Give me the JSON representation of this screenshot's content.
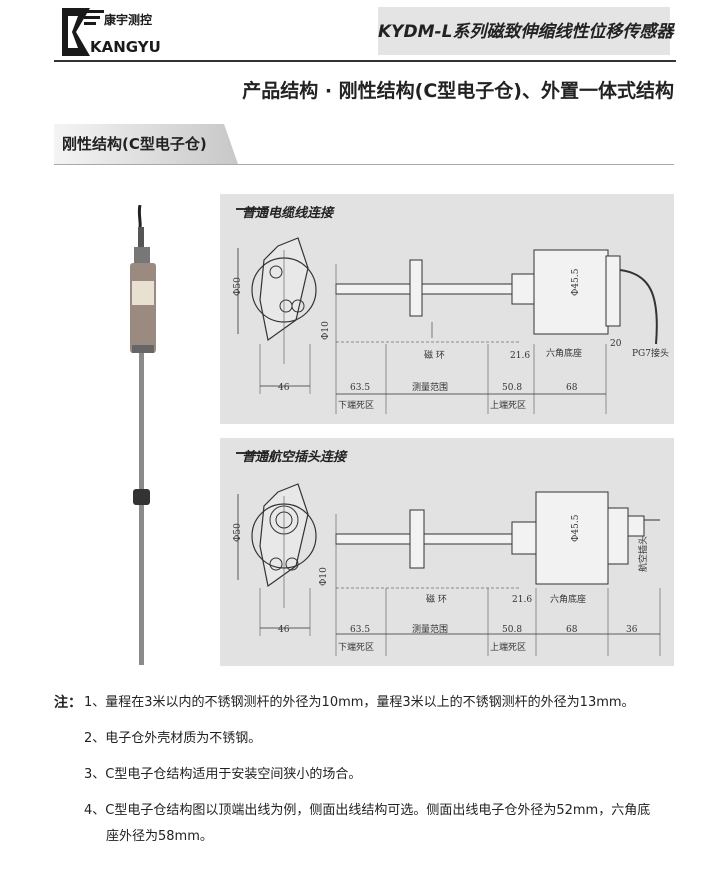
{
  "brand": {
    "logo_text": "康宇测控",
    "logo_sub": "KANGYU"
  },
  "header": {
    "title": "KYDM-L系列磁致伸缩线性位移传感器"
  },
  "subtitle": "产品结构 · 刚性结构(C型电子仓)、外置一体式结构",
  "section": {
    "title": "刚性结构(C型电子仓)"
  },
  "panels": [
    {
      "title": "普通电缆线连接",
      "labels": {
        "phi50": "Φ50",
        "phi10": "Φ10",
        "phi45": "Φ45.5",
        "magnet": "磁 环",
        "hex": "六角底座",
        "connector": "PG7接头"
      },
      "dims": {
        "d46": "46",
        "d635": "63.5",
        "range": "测量范围",
        "d508": "50.8",
        "d68": "68",
        "d216": "21.6",
        "d20": "20",
        "lower": "下端死区",
        "upper": "上端死区"
      }
    },
    {
      "title": "普通航空插头连接",
      "labels": {
        "phi50": "Φ50",
        "phi10": "Φ10",
        "phi45": "Φ45.5",
        "magnet": "磁 环",
        "hex": "六角底座",
        "connector": "航空插头"
      },
      "dims": {
        "d46": "46",
        "d635": "63.5",
        "range": "测量范围",
        "d508": "50.8",
        "d68": "68",
        "d216": "21.6",
        "d36": "36",
        "lower": "下端死区",
        "upper": "上端死区"
      }
    }
  ],
  "notes": {
    "label": "注：",
    "items": [
      "1、量程在3米以内的不锈钢测杆的外径为10mm，量程3米以上的不锈钢测杆的外径为13mm。",
      "2、电子仓外壳材质为不锈钢。",
      "3、C型电子仓结构适用于安装空间狭小的场合。",
      "4、C型电子仓结构图以顶端出线为例，侧面出线结构可选。侧面出线电子仓外径为52mm，六角底",
      "座外径为58mm。"
    ]
  },
  "colors": {
    "panel_bg": "#e2e2e2",
    "title_bg": "#e4e4e4",
    "line": "#333333"
  }
}
